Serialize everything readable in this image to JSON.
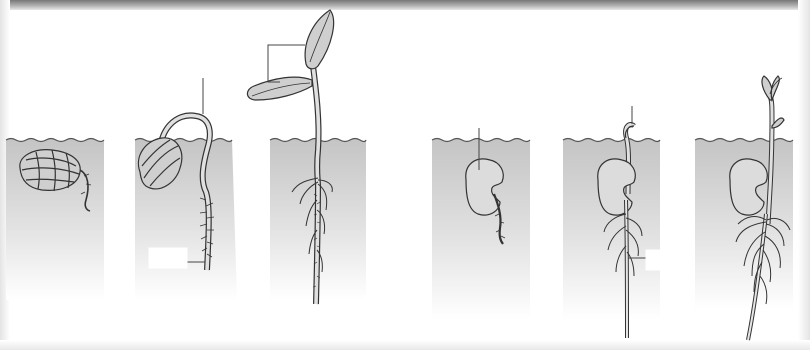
{
  "figure": {
    "panels": [
      {
        "stage": "seed-germinating"
      },
      {
        "stage": "hypocotyl-hook"
      },
      {
        "stage": "cotyledons-emerged"
      },
      {
        "stage": "seed-radicle"
      },
      {
        "stage": "epicotyl-hook"
      },
      {
        "stage": "young-shoot"
      }
    ],
    "label_boxes": [
      "",
      ""
    ],
    "colors": {
      "soil_top": "#c4c4c4",
      "soil_bottom": "#ffffff",
      "plant_fill": "#cfcfcf",
      "outline": "#333333",
      "leader_line": "#444444"
    }
  }
}
